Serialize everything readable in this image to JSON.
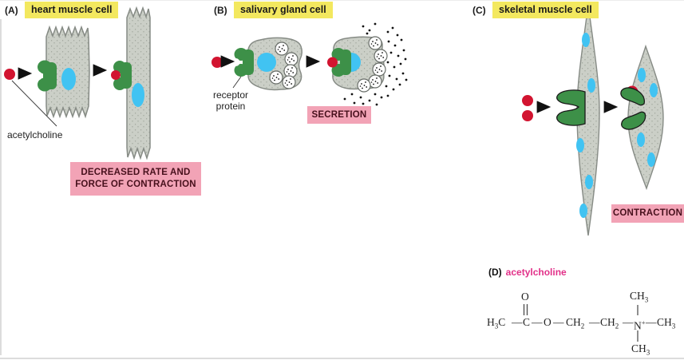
{
  "colors": {
    "highlight_yellow": "#f3e85f",
    "result_pink": "#f2a3b6",
    "result_text": "#47101c",
    "receptor_green": "#3d9048",
    "ligand_red": "#d21430",
    "nucleus_blue": "#41c3f2",
    "cell_gray": "#cbcfc7",
    "magenta_label": "#e23189"
  },
  "panelA": {
    "tag": "(A)",
    "title": "heart muscle cell",
    "molecule_label": "acetylcholine",
    "result": "DECREASED RATE AND\nFORCE OF CONTRACTION"
  },
  "panelB": {
    "tag": "(B)",
    "title": "salivary gland cell",
    "receptor_label": "receptor\nprotein",
    "result": "SECRETION"
  },
  "panelC": {
    "tag": "(C)",
    "title": "skeletal muscle cell",
    "result": "CONTRACTION"
  },
  "panelD": {
    "tag": "(D)",
    "title": "acetylcholine",
    "formula": {
      "h": "H",
      "s3": "3",
      "c": "C",
      "o": "O",
      "ch": "CH",
      "s2": "2",
      "n": "N",
      "plus": "+",
      "dash": "—"
    }
  }
}
